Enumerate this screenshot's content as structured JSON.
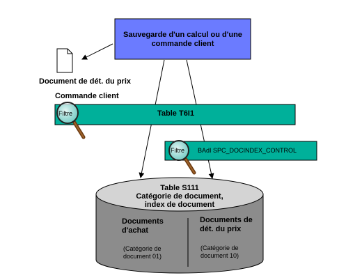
{
  "top_box": {
    "line1": "Sauvegarde d'un calcul ou d'une",
    "line2": "commande client"
  },
  "document_label": "Document de dét. du prix",
  "order_label": "Commande client",
  "table_t6i1": {
    "filter": "Filtre",
    "label": "Table T6I1"
  },
  "badi": {
    "filter": "Filtre",
    "label": "BAdI SPC_DOCINDEX_CONTROL"
  },
  "cylinder": {
    "title1": "Table S111",
    "title2": "Catégorie de document,",
    "title3": "index de document",
    "left": {
      "title1": "Documents",
      "title2": "d'achat",
      "note1": "(Catégorie de",
      "note2": "document 01)"
    },
    "right": {
      "title1": "Documents de",
      "title2": "dét. du prix",
      "note1": "(Catégorie de",
      "note2": "document 10)"
    }
  },
  "colors": {
    "top_box": "#6b7bff",
    "table_bar": "#00b09a",
    "cylinder_top": "#d4d4d4",
    "cylinder_body": "#8c8c8c"
  }
}
